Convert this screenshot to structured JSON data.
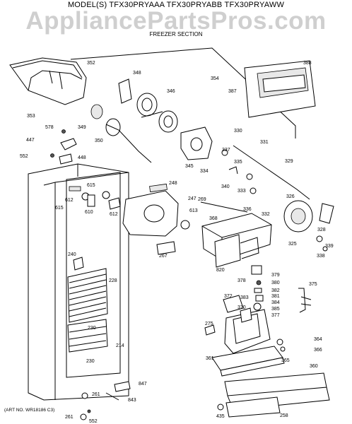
{
  "header": {
    "models": "MODEL(S) TFX30PRYAAA TFX30PRYABB TFX30PRYAWW",
    "watermark": "AppliancePartsPros.com",
    "section": "FREEZER SECTION"
  },
  "footer": {
    "art_no": "(ART NO. WR18186 C3)"
  },
  "callouts": [
    "352",
    "348",
    "346",
    "354",
    "388",
    "387",
    "353",
    "349",
    "350",
    "578",
    "447",
    "552",
    "448",
    "330",
    "331",
    "345",
    "334",
    "337",
    "335",
    "329",
    "340",
    "333",
    "248",
    "612",
    "615",
    "615",
    "610",
    "612",
    "247",
    "269",
    "336",
    "332",
    "326",
    "613",
    "368",
    "325",
    "328",
    "339",
    "338",
    "240",
    "267",
    "820",
    "378",
    "379",
    "380",
    "382",
    "381",
    "384",
    "385",
    "377",
    "228",
    "372",
    "383",
    "370",
    "375",
    "230",
    "275",
    "214",
    "364",
    "366",
    "230",
    "361",
    "365",
    "360",
    "847",
    "261",
    "843",
    "261",
    "552",
    "435",
    "258"
  ]
}
